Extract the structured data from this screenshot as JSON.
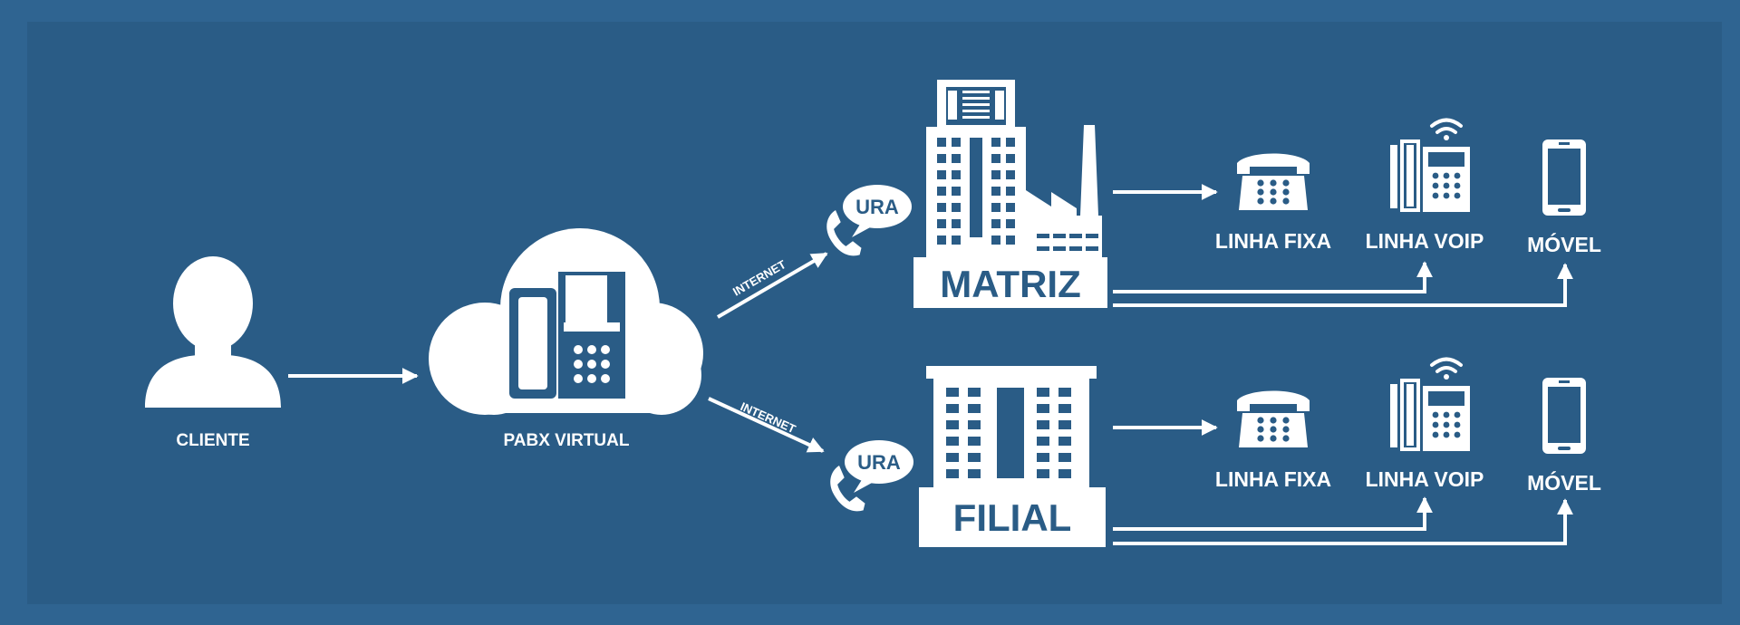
{
  "colors": {
    "background_outer": "#2f6491",
    "background_inner": "#2a5c86",
    "foreground": "#ffffff"
  },
  "cliente": {
    "label": "CLIENTE",
    "icon": "person-icon"
  },
  "pabx": {
    "label": "PABX VIRTUAL",
    "icon": "cloud-phone-icon"
  },
  "links": {
    "top_label": "INTERNET",
    "bottom_label": "INTERNET"
  },
  "matriz": {
    "name": "MATRIZ",
    "icon": "building-factory-icon",
    "ura_label": "URA",
    "devices": {
      "fixa_label": "LINHA FIXA",
      "voip_label": "LINHA VOIP",
      "movel_label": "MÓVEL"
    }
  },
  "filial": {
    "name": "FILIAL",
    "icon": "building-icon",
    "ura_label": "URA",
    "devices": {
      "fixa_label": "LINHA FIXA",
      "voip_label": "LINHA VOIP",
      "movel_label": "MÓVEL"
    }
  }
}
